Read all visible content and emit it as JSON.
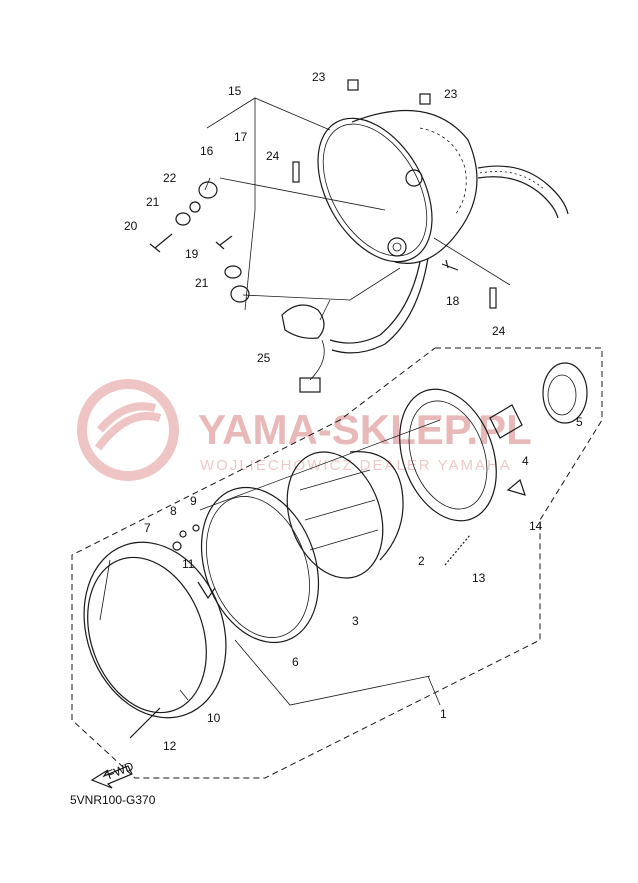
{
  "diagram": {
    "code": "5VNR100-G370",
    "fwd_label": "FWD",
    "watermark": {
      "brand": "YAMA-SKLEP.PL",
      "subtitle": "WOJLIECHOWICZ DEALER YAMAHA"
    },
    "callouts": [
      {
        "id": "c1",
        "label": "1"
      },
      {
        "id": "c2",
        "label": "2"
      },
      {
        "id": "c3",
        "label": "3"
      },
      {
        "id": "c4",
        "label": "4"
      },
      {
        "id": "c5",
        "label": "5"
      },
      {
        "id": "c6",
        "label": "6"
      },
      {
        "id": "c7",
        "label": "7"
      },
      {
        "id": "c8",
        "label": "8"
      },
      {
        "id": "c9",
        "label": "9"
      },
      {
        "id": "c10",
        "label": "10"
      },
      {
        "id": "c11",
        "label": "11"
      },
      {
        "id": "c12",
        "label": "12"
      },
      {
        "id": "c13",
        "label": "13"
      },
      {
        "id": "c14",
        "label": "14"
      },
      {
        "id": "c15",
        "label": "15"
      },
      {
        "id": "c16",
        "label": "16"
      },
      {
        "id": "c17",
        "label": "17"
      },
      {
        "id": "c18",
        "label": "18"
      },
      {
        "id": "c19",
        "label": "19"
      },
      {
        "id": "c20",
        "label": "20"
      },
      {
        "id": "c21a",
        "label": "21"
      },
      {
        "id": "c21b",
        "label": "21"
      },
      {
        "id": "c22",
        "label": "22"
      },
      {
        "id": "c23a",
        "label": "23"
      },
      {
        "id": "c23b",
        "label": "23"
      },
      {
        "id": "c24a",
        "label": "24"
      },
      {
        "id": "c24b",
        "label": "24"
      },
      {
        "id": "c25",
        "label": "25"
      }
    ]
  }
}
